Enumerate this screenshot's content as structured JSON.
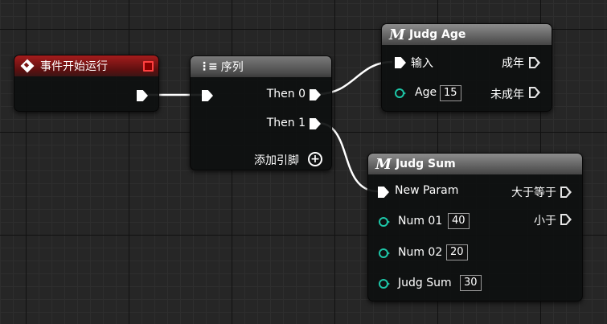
{
  "event_node": {
    "title": "事件开始运行",
    "icon": "event-diamond-icon"
  },
  "sequence_node": {
    "title": "序列",
    "icon": "sequence-icon",
    "then0": "Then 0",
    "then1": "Then 1",
    "add_pin": "添加引脚"
  },
  "judg_age": {
    "macro_letter": "M",
    "title": "Judg Age",
    "input_label": "输入",
    "adult_label": "成年",
    "minor_label": "未成年",
    "age_label": "Age",
    "age_value": "15"
  },
  "judg_sum": {
    "macro_letter": "M",
    "title": "Judg Sum",
    "new_param_label": "New Param",
    "greater_equal_label": "大于等于",
    "less_label": "小于",
    "num01_label": "Num 01",
    "num01_value": "40",
    "num02_label": "Num 02",
    "num02_value": "20",
    "judgsum_label": "Judg Sum",
    "judgsum_value": "30"
  },
  "colors": {
    "exec_wire": "#ffffff",
    "data_pin": "#1dc6a7",
    "event_header": "#a51c1c"
  }
}
